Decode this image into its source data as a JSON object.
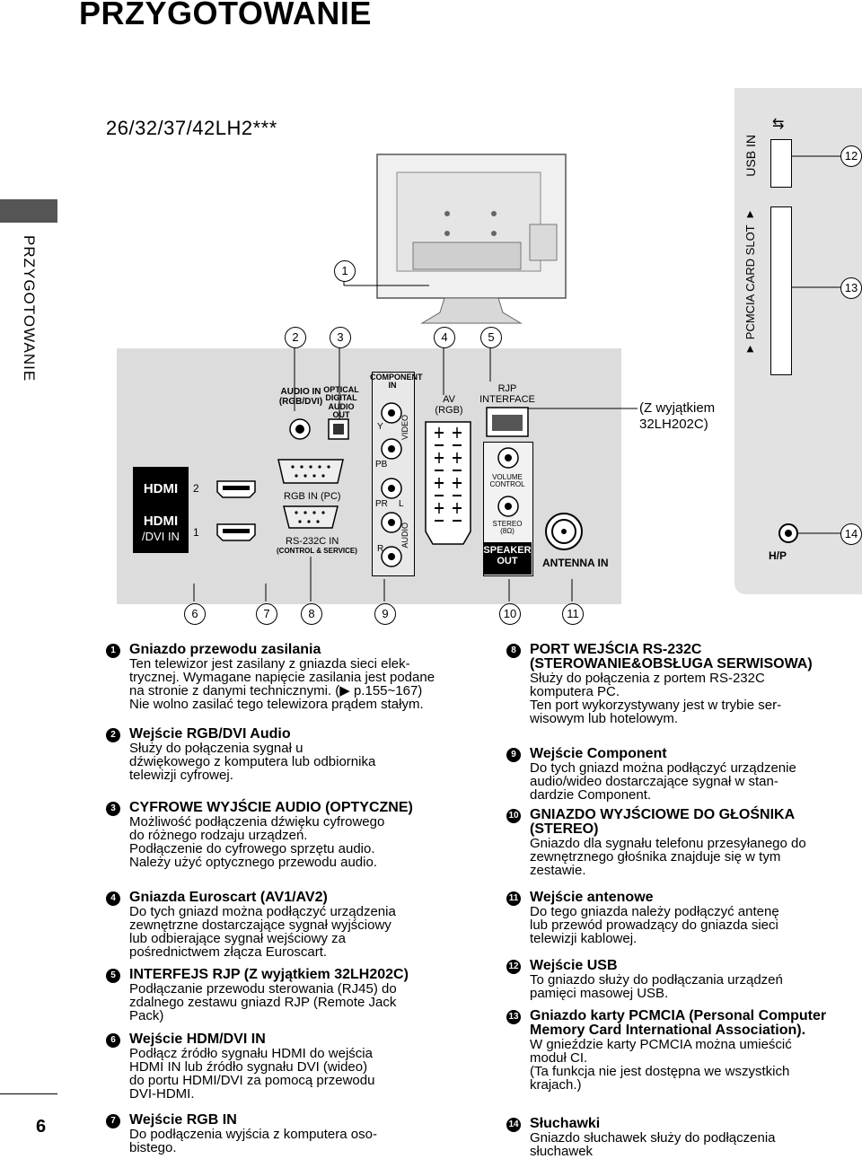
{
  "header": {
    "title": "PRZYGOTOWANIE"
  },
  "sidebar": {
    "label": "PRZYGOTOWANIE",
    "page_number": "6"
  },
  "model": {
    "title": "26/32/37/42LH2***"
  },
  "diagram": {
    "callouts": [
      "1",
      "2",
      "3",
      "4",
      "5",
      "6",
      "7",
      "8",
      "9",
      "10",
      "11",
      "12",
      "13",
      "14"
    ],
    "labels": {
      "audio_in": "AUDIO IN\n(RGB/DVI)",
      "optical": "OPTICAL\nDIGITAL\nAUDIO OUT",
      "component_in": "COMPONENT\nIN",
      "video": "VIDEO",
      "audio": "AUDIO",
      "y": "Y",
      "pb": "PB",
      "pr": "PR",
      "l": "L",
      "r": "R",
      "av": "AV\n(RGB)",
      "rjp": "RJP\nINTERFACE",
      "volume": "VOLUME\nCONTROL",
      "stereo": "STEREO\n(8Ω)",
      "speaker": "SPEAKER\nOUT",
      "antenna": "ANTENNA IN",
      "hdmi": "HDMI",
      "dvi_in": "/DVI IN",
      "hdmi_2": "2",
      "hdmi_1": "1",
      "rgb_in": "RGB IN (PC)",
      "rs232c": "RS-232C IN",
      "rs232c_sub": "(CONTROL & SERVICE)",
      "usb_in": "USB IN",
      "pcmcia": "▼ PCMCIA CARD SLOT ▼",
      "hp": "H/P",
      "exception": "(Z wyjątkiem\n32LH202C)"
    }
  },
  "items_left": [
    {
      "num": "1",
      "title": "Gniazdo przewodu zasilania",
      "lines": [
        "Ten telewizor jest zasilany z gniazda sieci elek-",
        "trycznej. Wymagane napięcie zasilania jest podane",
        "na stronie z danymi technicznymi. (▶ p.155~167)",
        "Nie wolno zasilać tego telewizora prądem stałym."
      ]
    },
    {
      "num": "2",
      "title": "Wejście RGB/DVI Audio",
      "lines": [
        "Służy do połączenia sygnał u",
        "dźwiękowego z komputera lub odbiornika",
        "telewizji cyfrowej."
      ]
    },
    {
      "num": "3",
      "title": "CYFROWE WYJŚCIE AUDIO (OPTYCZNE)",
      "lines": [
        "Możliwość podłączenia dźwięku cyfrowego",
        "do różnego rodzaju urządzeń.",
        "Podłączenie do cyfrowego sprzętu audio.",
        "Należy użyć optycznego przewodu audio."
      ]
    },
    {
      "num": "4",
      "title": "Gniazda Euroscart (AV1/AV2)",
      "lines": [
        "Do tych gniazd można podłączyć urządzenia",
        "zewnętrzne dostarczające sygnał wyjściowy",
        "lub odbierające sygnał wejściowy za",
        "pośrednictwem złącza Euroscart."
      ]
    },
    {
      "num": "5",
      "title": "INTERFEJS RJP (Z wyjątkiem 32LH202C)",
      "lines": [
        "Podłączanie przewodu sterowania (RJ45) do",
        "zdalnego zestawu gniazd RJP (Remote Jack",
        "Pack)"
      ]
    },
    {
      "num": "6",
      "title": "Wejście HDM/DVI IN",
      "lines": [
        "Podłącz źródło sygnału HDMI do wejścia",
        "HDMI IN lub źródło sygnału DVI (wideo)",
        "do portu HDMI/DVI za pomocą przewodu",
        "DVI-HDMI."
      ]
    },
    {
      "num": "7",
      "title": "Wejście RGB IN",
      "lines": [
        "Do podłączenia wyjścia z komputera oso-",
        "bistego."
      ]
    }
  ],
  "items_right": [
    {
      "num": "8",
      "title": "PORT WEJŚCIA RS-232C (STEROWANIE&OBSŁUGA SERWISOWA)",
      "lines": [
        "Służy do połączenia z portem RS-232C",
        "komputera PC.",
        "Ten port wykorzystywany jest w trybie ser-",
        "wisowym lub hotelowym."
      ]
    },
    {
      "num": "9",
      "title": "Wejście Component",
      "lines": [
        "Do tych gniazd można podłączyć urządzenie",
        "audio/wideo dostarczające sygnał w stan-",
        "dardzie Component."
      ]
    },
    {
      "num": "10",
      "title": "GNIAZDO WYJŚCIOWE DO GŁOŚNIKA (STEREO)",
      "lines": [
        "Gniazdo dla sygnału telefonu przesyłanego do",
        "zewnętrznego głośnika znajduje się w tym",
        "zestawie."
      ]
    },
    {
      "num": "11",
      "title": "Wejście antenowe",
      "lines": [
        "Do tego gniazda należy podłączyć antenę",
        "lub przewód prowadzący do gniazda sieci",
        "telewizji kablowej."
      ]
    },
    {
      "num": "12",
      "title": "Wejście USB",
      "lines": [
        "To gniazdo służy do podłączania urządzeń",
        "pamięci masowej USB."
      ]
    },
    {
      "num": "13",
      "title": "Gniazdo karty PCMCIA (Personal Computer Memory Card International Association).",
      "lines": [
        "W gnieździe karty PCMCIA można umieścić",
        "moduł CI.",
        "(Ta funkcja nie jest dostępna we wszystkich",
        "krajach.)"
      ]
    },
    {
      "num": "14",
      "title": "Słuchawki",
      "lines": [
        "Gniazdo słuchawek służy do podłączenia",
        "słuchawek"
      ]
    }
  ]
}
